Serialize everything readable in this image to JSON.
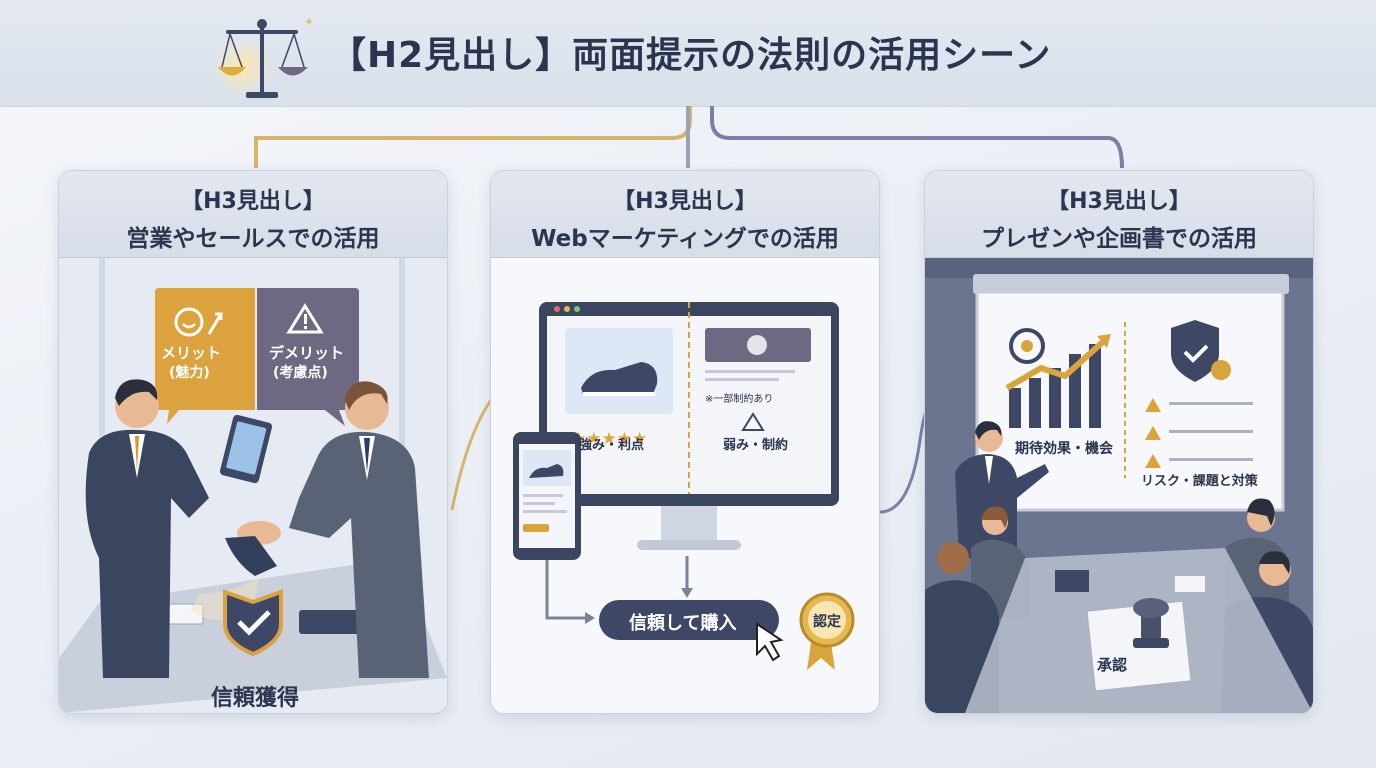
{
  "header": {
    "title": "【H2見出し】両面提示の法則の活用シーン"
  },
  "cards": [
    {
      "tag": "【H3見出し】",
      "title": "営業やセールスでの活用",
      "bubble_merit": "メリット",
      "bubble_merit_sub": "(魅力)",
      "bubble_demerit": "デメリット",
      "bubble_demerit_sub": "(考慮点)",
      "badge_label": "信頼獲得"
    },
    {
      "tag": "【H3見出し】",
      "title": "Webマーケティングでの活用",
      "left_caption": "強み・利点",
      "right_note": "※一部制約あり",
      "right_caption": "弱み・制約",
      "button_label": "信頼して購入",
      "seal_label": "認定"
    },
    {
      "tag": "【H3見出し】",
      "title": "プレゼンや企画書での活用",
      "chart_caption": "期待効果・機会",
      "risk_caption": "リスク・課題と対策",
      "stamp_label": "承認"
    }
  ],
  "colors": {
    "navy": "#2c3550",
    "gold": "#d9a43a",
    "purple": "#6e6883",
    "card_bg": "#f7f8fb"
  }
}
